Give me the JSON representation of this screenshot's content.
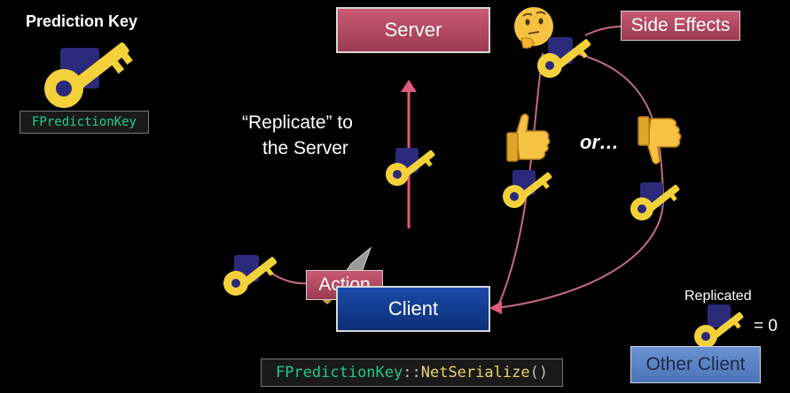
{
  "labels": {
    "prediction_key": "Prediction Key",
    "fprediction_key": "FPredictionKey",
    "replicate_line1": "“Replicate” to",
    "replicate_line2": "the Server",
    "server": "Server",
    "side_effects": "Side Effects",
    "or": "or…",
    "action": "Action",
    "client": "Client",
    "replicated": "Replicated",
    "equals_zero": "= 0",
    "other_client": "Other Client",
    "netserialize": {
      "type": "FPredictionKey",
      "sep": "::",
      "method": "NetSerialize",
      "parens": "()"
    }
  },
  "colors": {
    "background": "#000000",
    "server_box": "#b44763",
    "client_box": "#123c90",
    "other_client_box": "#5b84c5",
    "key_gold": "#f2d13a",
    "key_shadow": "#2b2a7a",
    "arrow_pink": "#e05a7c",
    "arrow_line": "#c46a82"
  },
  "icons": {
    "key": "key-icon",
    "thumbs_up": "thumbs-up-icon",
    "thumbs_down": "thumbs-down-icon",
    "thinking": "thinking-face-icon",
    "dagger": "dagger-icon"
  }
}
